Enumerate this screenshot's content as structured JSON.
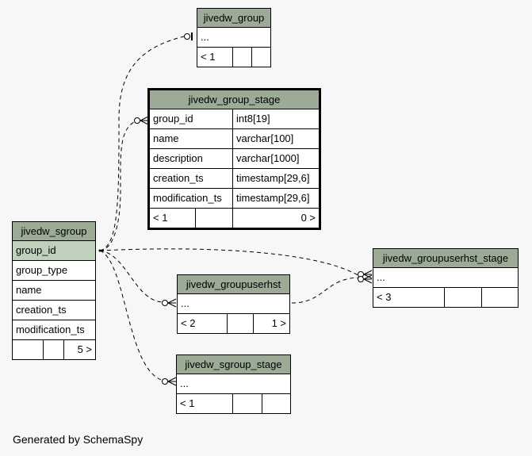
{
  "tables": {
    "jivedw_group": {
      "name": "jivedw_group",
      "rows": [
        "..."
      ],
      "footer": [
        "< 1",
        "",
        ""
      ]
    },
    "jivedw_group_stage": {
      "name": "jivedw_group_stage",
      "columns": [
        {
          "name": "group_id",
          "type": "int8[19]"
        },
        {
          "name": "name",
          "type": "varchar[100]"
        },
        {
          "name": "description",
          "type": "varchar[1000]"
        },
        {
          "name": "creation_ts",
          "type": "timestamp[29,6]"
        },
        {
          "name": "modification_ts",
          "type": "timestamp[29,6]"
        }
      ],
      "footer": [
        "< 1",
        "",
        "0 >"
      ]
    },
    "jivedw_sgroup": {
      "name": "jivedw_sgroup",
      "columns": [
        "group_id",
        "group_type",
        "name",
        "creation_ts",
        "modification_ts"
      ],
      "footer": [
        "",
        "",
        "5 >"
      ]
    },
    "jivedw_groupuserhst": {
      "name": "jivedw_groupuserhst",
      "rows": [
        "..."
      ],
      "footer": [
        "< 2",
        "",
        "1 >"
      ]
    },
    "jivedw_sgroup_stage": {
      "name": "jivedw_sgroup_stage",
      "rows": [
        "..."
      ],
      "footer": [
        "< 1",
        "",
        ""
      ]
    },
    "jivedw_groupuserhst_stage": {
      "name": "jivedw_groupuserhst_stage",
      "rows": [
        "..."
      ],
      "footer": [
        "< 3",
        "",
        ""
      ]
    }
  },
  "footer_text": "Generated by SchemaSpy",
  "colors": {
    "background": "#f7f7f7",
    "header": "#9bab96",
    "primary_key": "#bfd1bd",
    "border": "#000000"
  }
}
